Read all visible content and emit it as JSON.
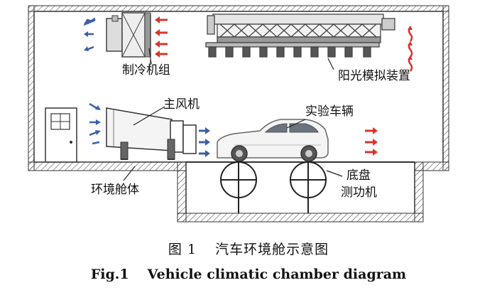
{
  "labels": {
    "refrigeration_unit": "制冷机组",
    "solar_simulator": "阳光模拟装置",
    "main_fan": "主风机",
    "test_vehicle": "实验车辆",
    "environment_chamber": "环境舱体",
    "dyno_line1": "底盘",
    "dyno_line2": "测功机"
  },
  "caption": {
    "zh_number": "图 1",
    "zh_title": "汽车环境舱示意图",
    "en_number": "Fig.1",
    "en_title": "Vehicle climatic chamber diagram"
  },
  "colors": {
    "outline": "#333333",
    "hatch": "#555555",
    "blue_arrow": "#3d5fa8",
    "red_arrow": "#d9342b",
    "equipment": "#444444",
    "car_body": "#f4f4f4"
  }
}
